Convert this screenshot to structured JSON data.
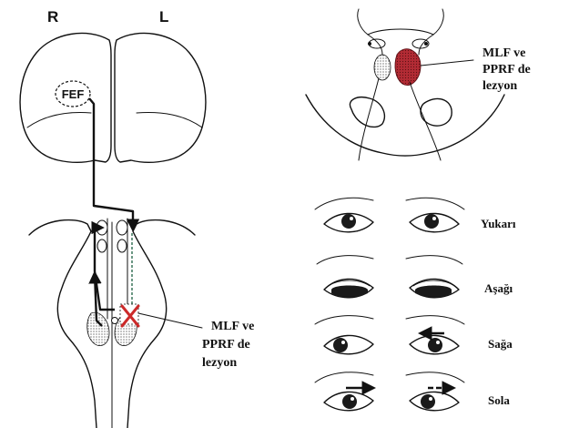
{
  "brain": {
    "right_label": "R",
    "left_label": "L",
    "fef_label": "FEF"
  },
  "lesion_labels": {
    "brainstem": [
      "MLF ve",
      "PPRF de",
      "lezyon"
    ],
    "pons": [
      "MLF ve",
      "PPRF de",
      "lezyon"
    ]
  },
  "gaze_rows": [
    {
      "label": "Yukarı"
    },
    {
      "label": "Aşağı"
    },
    {
      "label": "Sağa"
    },
    {
      "label": "Sola"
    }
  ],
  "colors": {
    "lesion_x": "#cc2a2a",
    "lesion_fill": "#b22b34",
    "ink": "#111111"
  }
}
